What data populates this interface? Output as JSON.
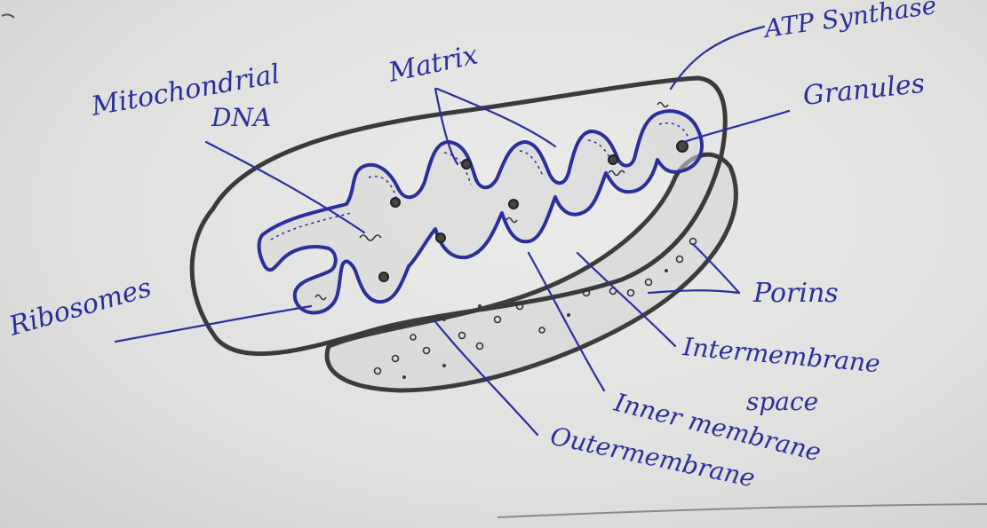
{
  "diagram": {
    "labels": {
      "mitochondrial_dna_line1": "Mitochondrial",
      "mitochondrial_dna_line2": "DNA",
      "matrix": "Matrix",
      "atp_synthase": "ATP Synthase",
      "granules": "Granules",
      "ribosomes": "Ribosomes",
      "porins": "Porins",
      "intermembrane_space_line1": "Intermembrane",
      "intermembrane_space_line2": "space",
      "inner_membrane": "Inner membrane",
      "outer_membrane": "Outermembrane"
    },
    "colors": {
      "ink_blue": "#2a2f9c",
      "pencil": "#3c3c3c",
      "paper": "#e6e6e5"
    }
  }
}
